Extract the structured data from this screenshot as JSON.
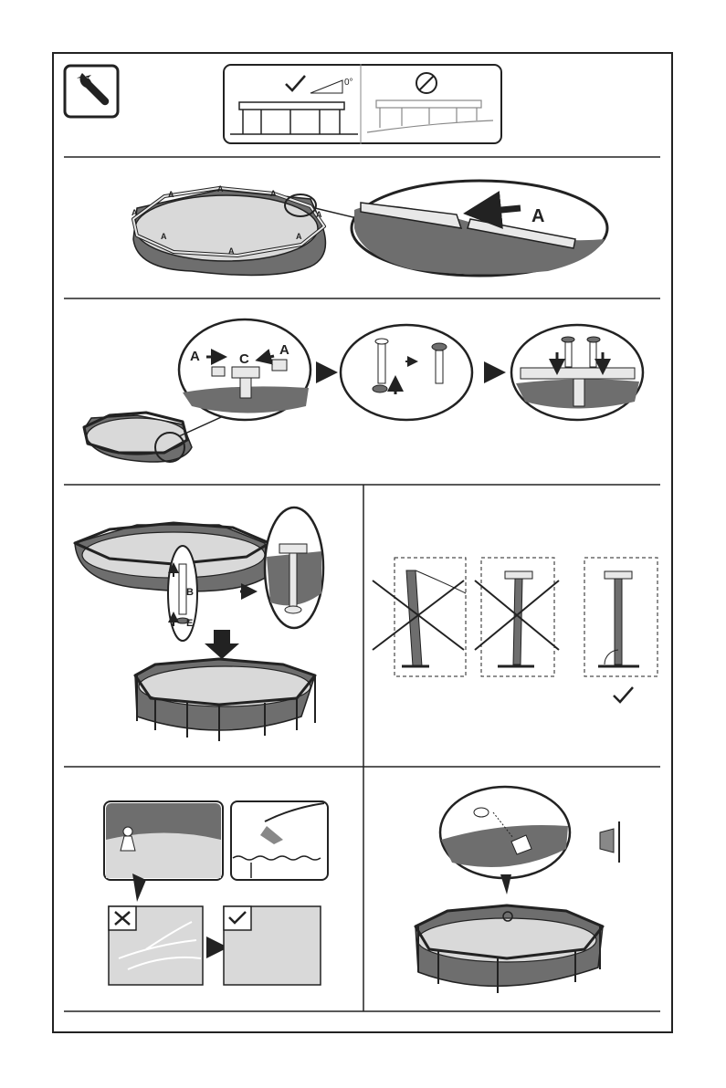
{
  "icons": {
    "tool": "wrench-icon",
    "ok": "checkmark-icon",
    "forbidden": "prohibited-icon",
    "arrow": "arrow-right-icon"
  },
  "level": {
    "angle_label": "0°"
  },
  "parts": {
    "a": "A",
    "b": "B",
    "c": "C",
    "e": "E"
  },
  "colors": {
    "liner": "#6e6e6e",
    "water": "#d9d9d9",
    "frame": "#e8e8e8",
    "line": "#222222"
  }
}
